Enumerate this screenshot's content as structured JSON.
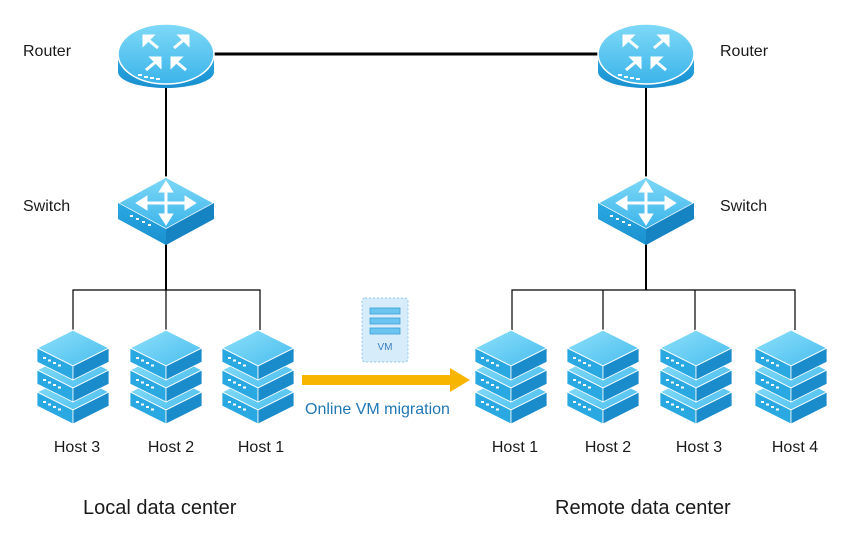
{
  "local": {
    "router_label": "Router",
    "switch_label": "Switch",
    "hosts": [
      "Host 3",
      "Host 2",
      "Host 1"
    ],
    "title": "Local data center"
  },
  "remote": {
    "router_label": "Router",
    "switch_label": "Switch",
    "hosts": [
      "Host 1",
      "Host 2",
      "Host 3",
      "Host 4"
    ],
    "title": "Remote data center"
  },
  "migration": {
    "vm_label": "VM",
    "label": "Online VM migration"
  },
  "colors": {
    "device_top": "#5ec8f0",
    "device_side": "#1f9fd8",
    "arrow": "#f7b500",
    "link": "#000000"
  }
}
